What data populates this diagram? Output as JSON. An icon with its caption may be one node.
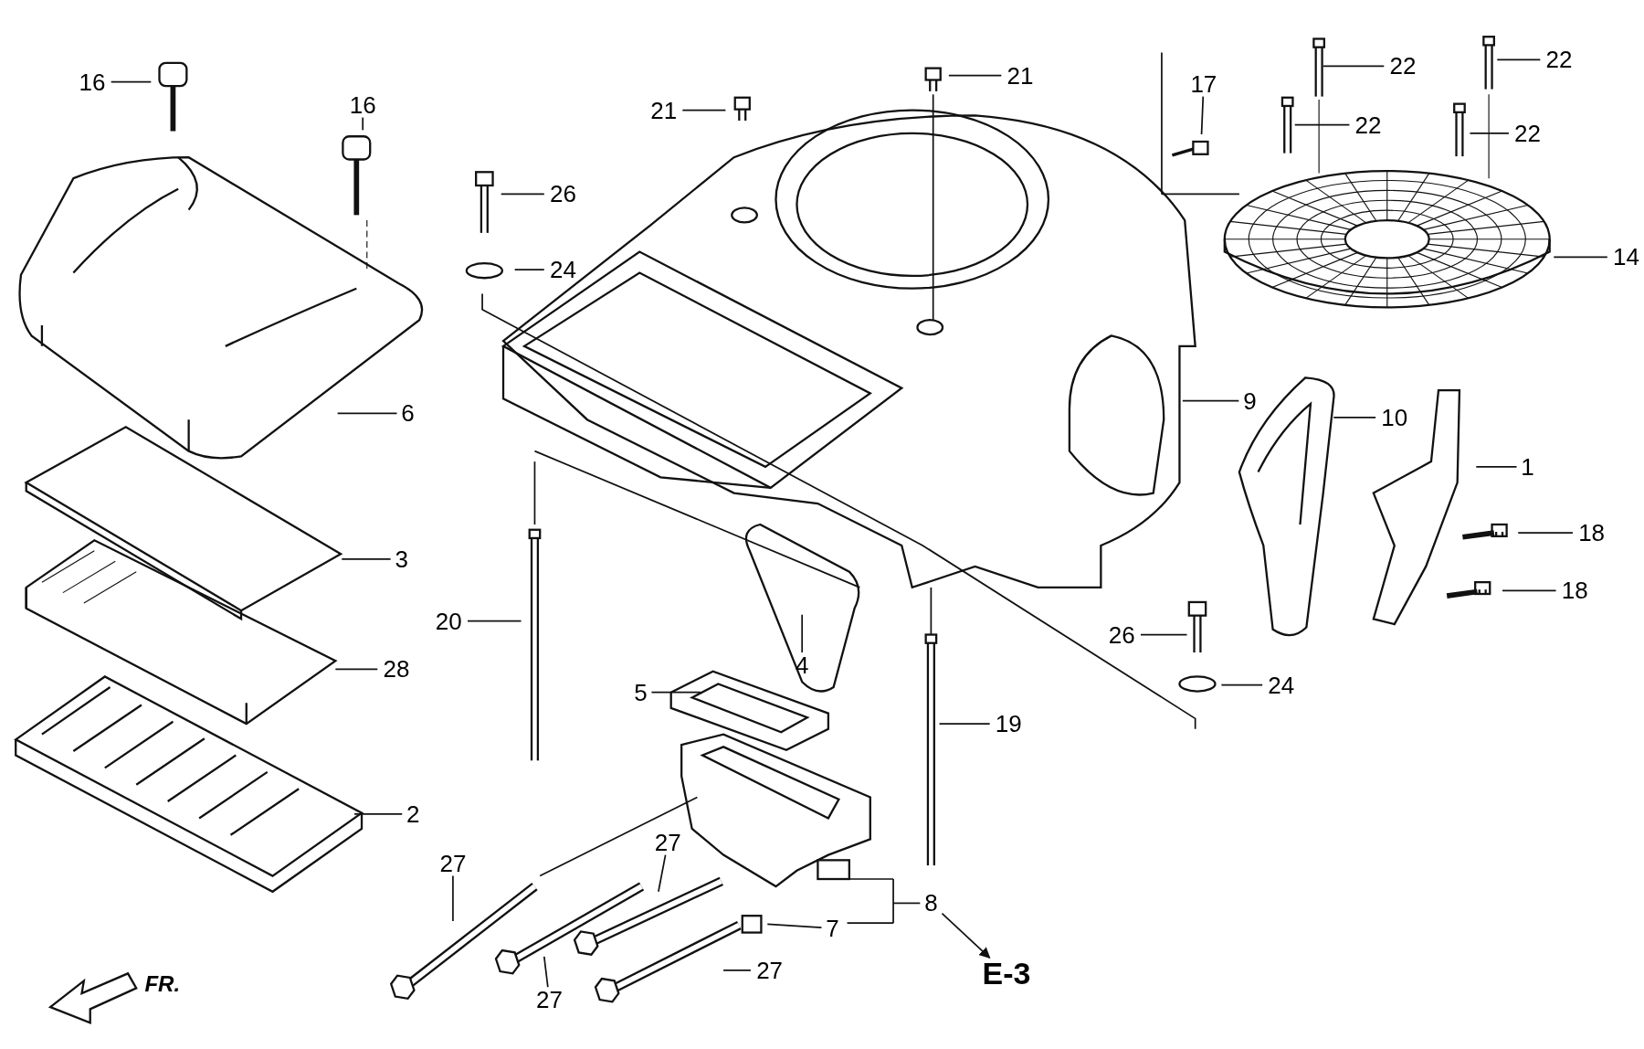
{
  "diagram": {
    "nodes": [
      {
        "text": [
          "16"
        ]
      },
      {
        "text": [
          "16"
        ]
      },
      {
        "text": [
          "21"
        ]
      },
      {
        "text": [
          "21"
        ]
      },
      {
        "text": [
          "17"
        ]
      },
      {
        "text": [
          "22"
        ]
      },
      {
        "text": [
          "22"
        ]
      },
      {
        "text": [
          "22"
        ]
      },
      {
        "text": [
          "22"
        ]
      },
      {
        "text": [
          "26"
        ]
      },
      {
        "text": [
          "24"
        ]
      },
      {
        "text": [
          "14"
        ]
      },
      {
        "text": [
          "6"
        ]
      },
      {
        "text": [
          "9"
        ]
      },
      {
        "text": [
          "10"
        ]
      },
      {
        "text": [
          "1"
        ]
      },
      {
        "text": [
          "3"
        ]
      },
      {
        "text": [
          "18"
        ]
      },
      {
        "text": [
          "18"
        ]
      },
      {
        "text": [
          "20"
        ]
      },
      {
        "text": [
          "26"
        ]
      },
      {
        "text": [
          "28"
        ]
      },
      {
        "text": [
          "4"
        ]
      },
      {
        "text": [
          "5"
        ]
      },
      {
        "text": [
          "24"
        ]
      },
      {
        "text": [
          "19"
        ]
      },
      {
        "text": [
          "2"
        ]
      },
      {
        "text": [
          "27"
        ]
      },
      {
        "text": [
          "27"
        ]
      },
      {
        "text": [
          "8"
        ]
      },
      {
        "text": [
          "7"
        ]
      },
      {
        "text": [
          "27"
        ]
      },
      {
        "text": [
          "27"
        ]
      },
      {
        "text": [
          "E-3"
        ]
      }
    ],
    "edges": [
      {
        "from": 0,
        "to": null,
        "arrow": "none"
      },
      {
        "from": 1,
        "to": null,
        "arrow": "none"
      },
      {
        "from": 2,
        "to": null,
        "arrow": "none"
      },
      {
        "from": 3,
        "to": null,
        "arrow": "none"
      },
      {
        "from": 4,
        "to": null,
        "arrow": "none"
      },
      {
        "from": 5,
        "to": null,
        "arrow": "none"
      },
      {
        "from": 6,
        "to": null,
        "arrow": "none"
      },
      {
        "from": 7,
        "to": null,
        "arrow": "none"
      },
      {
        "from": 8,
        "to": null,
        "arrow": "none"
      },
      {
        "from": 9,
        "to": null,
        "arrow": "none"
      },
      {
        "from": 10,
        "to": null,
        "arrow": "none"
      },
      {
        "from": 11,
        "to": null,
        "arrow": "none"
      },
      {
        "from": 12,
        "to": null,
        "arrow": "none"
      },
      {
        "from": 13,
        "to": null,
        "arrow": "none"
      },
      {
        "from": 14,
        "to": null,
        "arrow": "none"
      },
      {
        "from": 15,
        "to": null,
        "arrow": "none"
      },
      {
        "from": 16,
        "to": null,
        "arrow": "none"
      },
      {
        "from": 17,
        "to": null,
        "arrow": "none"
      },
      {
        "from": 18,
        "to": null,
        "arrow": "none"
      },
      {
        "from": 19,
        "to": null,
        "arrow": "none"
      },
      {
        "from": 20,
        "to": null,
        "arrow": "none"
      },
      {
        "from": 21,
        "to": null,
        "arrow": "none"
      },
      {
        "from": 22,
        "to": null,
        "arrow": "none"
      },
      {
        "from": 23,
        "to": null,
        "arrow": "none"
      },
      {
        "from": 24,
        "to": null,
        "arrow": "none"
      },
      {
        "from": 25,
        "to": null,
        "arrow": "none"
      },
      {
        "from": 26,
        "to": null,
        "arrow": "none"
      },
      {
        "from": 27,
        "to": null,
        "arrow": "none"
      },
      {
        "from": 28,
        "to": null,
        "arrow": "none"
      },
      {
        "from": 29,
        "to": null,
        "arrow": "none"
      },
      {
        "from": 30,
        "to": null,
        "arrow": "none"
      },
      {
        "from": 31,
        "to": null,
        "arrow": "none"
      },
      {
        "from": 32,
        "to": null,
        "arrow": "none"
      },
      {
        "from": 29,
        "to": 33,
        "arrow": "to"
      }
    ],
    "labels": [
      "FR."
    ]
  }
}
